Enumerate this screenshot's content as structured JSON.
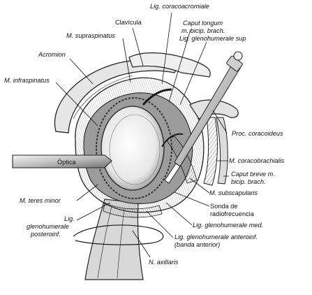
{
  "labels": {
    "lig_coracoacromiale": "Lig. coracoacromiale",
    "clavicula": "Clavícula",
    "caput_longum_1": "Caput longum",
    "caput_longum_2": "m. bicip. brach.",
    "m_supraspinatus": "M. supraspinatus",
    "lig_glenohumerale_sup": "Lig. glenohumerale sup",
    "acromion": "Acromion",
    "m_infraspinatus": "M. infraspinatus",
    "proc_coracoideus": "Proc. coracoideus",
    "m_coracobrachialis": "M. coracobrachialis",
    "optica": "Óptica",
    "caput_breve_1": "Caput breve m.",
    "caput_breve_2": "bicip. brach.",
    "m_subscapularis": "M. subscapularis",
    "m_teres_minor": "M. teres minor",
    "sonda_1": "Sonda de",
    "sonda_2": "radiofrecuencia",
    "lig_gh_post_1": "Lig.",
    "lig_gh_post_2": "glenohumerale",
    "lig_gh_post_3": "posteroinf.",
    "lig_gh_med": "Lig. glenohumerale med.",
    "lig_gh_ant_1": "Lig. glenohumerale anteroinf.",
    "lig_gh_ant_2": "(banda anterior)",
    "n_axillaris": "N. axillaris"
  }
}
